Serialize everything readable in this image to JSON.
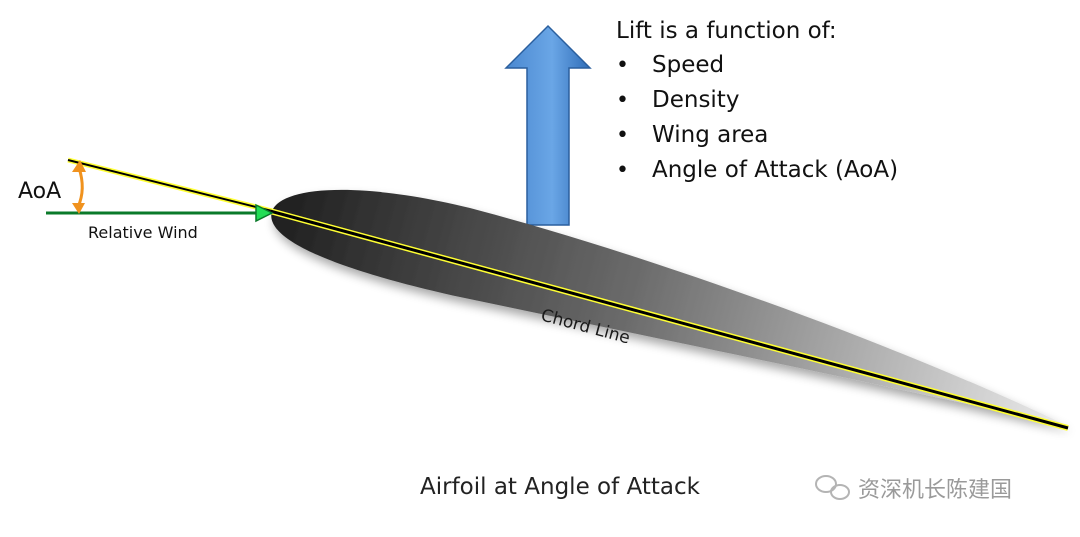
{
  "lift_heading": "Lift is a function of:",
  "lift_factors": [
    "Speed",
    "Density",
    "Wing area",
    "Angle of Attack (AoA)"
  ],
  "bullet_glyph": "•",
  "aoa_label": "AoA",
  "relative_wind_label": "Relative Wind",
  "chord_line_label": "Chord Line",
  "caption": "Airfoil at Angle of Attack",
  "watermark": {
    "icon": "wechat-icon",
    "text": "资深机长陈建国"
  },
  "colors": {
    "lift_arrow_light": "#5b9be0",
    "lift_arrow_dark": "#2f6db8",
    "airfoil_dark": "#222222",
    "airfoil_light": "#e6e6e6",
    "chord_line": "#000000",
    "chord_highlight": "#ffff33",
    "relative_wind_line": "#0a7a2a",
    "relative_wind_arrowhead": "#22dd55",
    "aoa_arc": "#f0921e",
    "watermark": "#9a9a9a"
  }
}
